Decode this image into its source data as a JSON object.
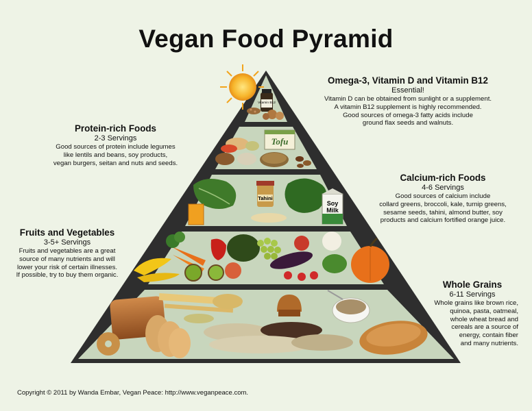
{
  "title": "Vegan Food Pyramid",
  "tiers": {
    "omega": {
      "heading": "Omega-3, Vitamin D and Vitamin B12",
      "servings": "Essential!",
      "lines": [
        "Vitamin D can be obtained from sunlight or a supplement.",
        "A vitamin B12 supplement is highly recommended.",
        "Good sources of omega-3 fatty acids include",
        "ground flax seeds and walnuts."
      ],
      "bottle_label": "Vitamin B12"
    },
    "protein": {
      "heading": "Protein-rich Foods",
      "servings": "2-3 Servings",
      "lines": [
        "Good sources of protein include legumes",
        "like lentils and beans, soy products,",
        "vegan burgers, seitan and nuts and seeds."
      ],
      "tofu_label": "Tofu"
    },
    "calcium": {
      "heading": "Calcium-rich Foods",
      "servings": "4-6 Servings",
      "lines": [
        "Good sources of calcium include",
        "collard greens, broccoli, kale, turnip greens,",
        "sesame seeds, tahini, almond butter, soy",
        "products and calcium fortified orange juice."
      ],
      "tahini_label": "Tahini",
      "soy_label": "Soy",
      "milk_label": "Milk"
    },
    "fruits": {
      "heading": "Fruits and Vegetables",
      "servings": "3-5+ Servings",
      "lines": [
        "Fruits and vegetables are a great",
        "source of many nutrients and will",
        "lower your risk of certain illnesses.",
        "If possible, try to buy them organic."
      ]
    },
    "grains": {
      "heading": "Whole Grains",
      "servings": "6-11 Servings",
      "lines": [
        "Whole grains like brown rice,",
        "quinoa, pasta, oatmeal,",
        "whole wheat bread and",
        "cereals are a source of",
        "energy, contain fiber",
        "and many nutrients."
      ]
    }
  },
  "copyright": "Copyright © 2011 by Wanda Embar, Vegan Peace: http://www.veganpeace.com.",
  "colors": {
    "background": "#eef3e6",
    "tier_fill": "#c8d6bd",
    "outline": "#2a2a2a"
  }
}
